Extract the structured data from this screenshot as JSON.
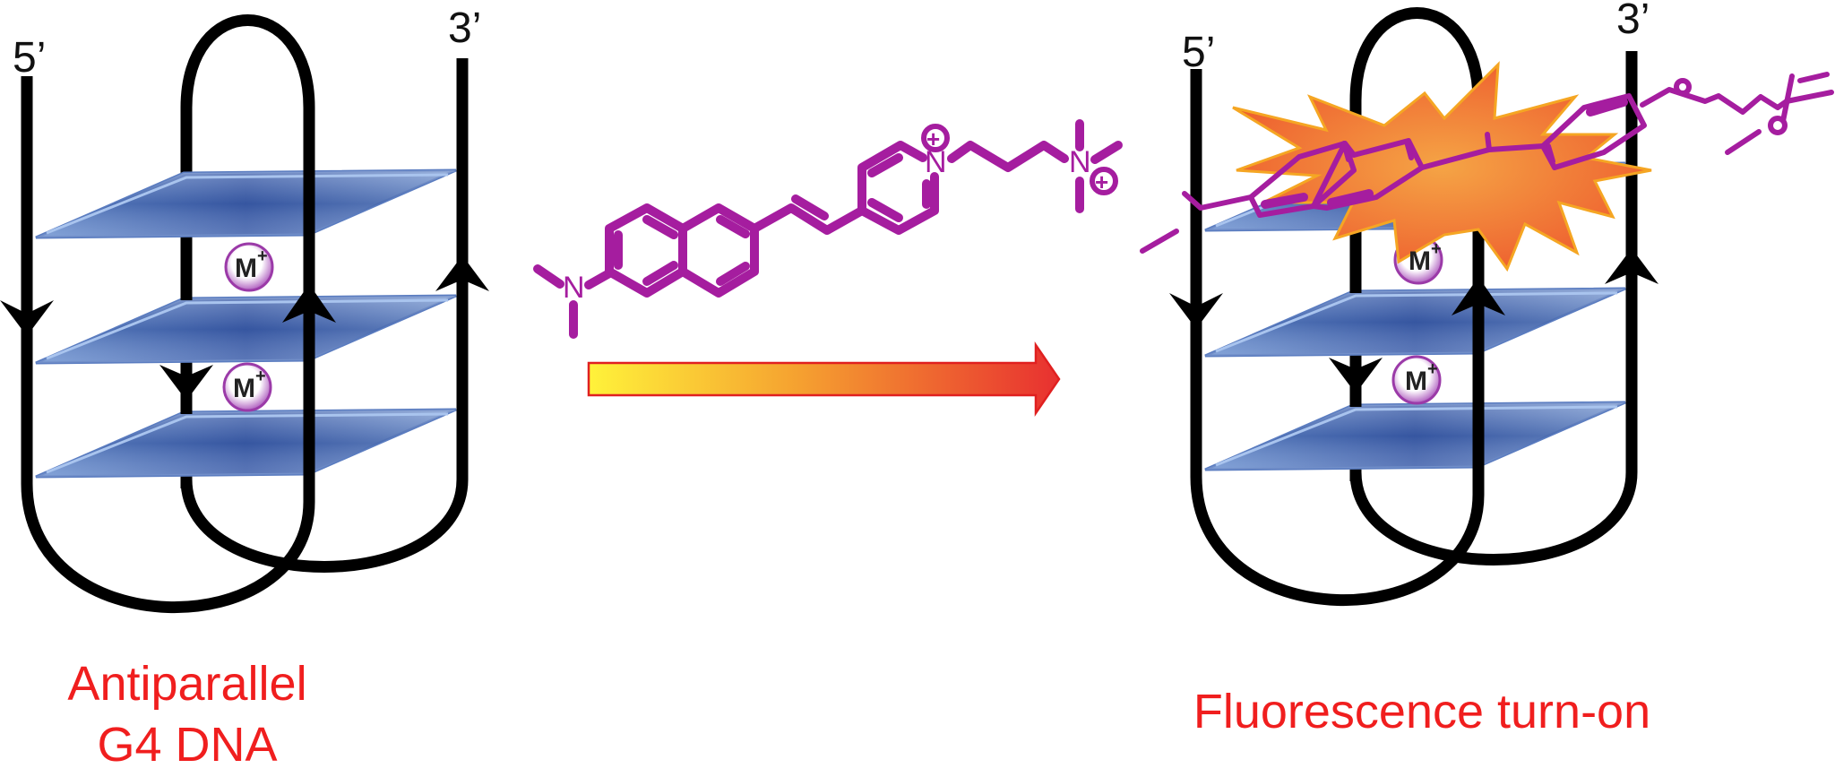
{
  "left_structure": {
    "five_prime": "5’",
    "three_prime": "3’",
    "cation_label": "M",
    "cation_charge": "+",
    "caption_line1": "Antiparallel",
    "caption_line2": "G4 DNA"
  },
  "probe_molecule": {
    "amine_label": "N",
    "pyridinium_label": "N",
    "ammonium_label": "N",
    "charge_symbol": "+",
    "color": "#a51d9f"
  },
  "reaction_arrow": {
    "gradient_start": "#fff23a",
    "gradient_end": "#e83030"
  },
  "right_structure": {
    "five_prime": "5’",
    "three_prime": "3’",
    "cation_label": "M",
    "cation_charge": "+",
    "caption": "Fluorescence turn-on",
    "burst_color": "#f07030"
  }
}
